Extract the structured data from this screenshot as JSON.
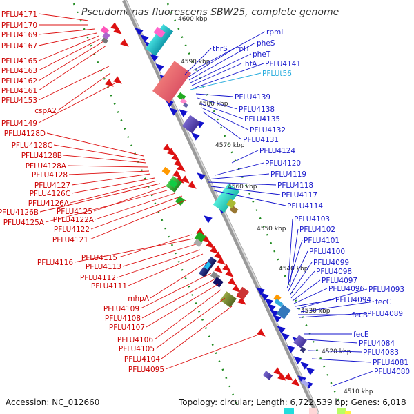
{
  "title": "Pseudomonas fluorescens SBW25, complete genome",
  "colors": {
    "forward": "#dd1111",
    "reverse": "#1111cc",
    "backbone": "#888888",
    "dots": "#1f8a1f",
    "highlight": "#22aadd"
  },
  "footer": {
    "accession": "Accession: NC_012660",
    "summary": "Topology: circular; Length: 6,722,539 bp; Genes: 6,018"
  },
  "scale_marks": [
    {
      "label": "4600 kbp"
    },
    {
      "label": "4590 kbp"
    },
    {
      "label": "4580 kbp"
    },
    {
      "label": "4570 kbp"
    },
    {
      "label": "4560 kbp"
    },
    {
      "label": "4550 kbp"
    },
    {
      "label": "4540 kbp"
    },
    {
      "label": "4530 kbp"
    },
    {
      "label": "4520 kbp"
    },
    {
      "label": "4510 kbp"
    }
  ],
  "left_labels": [
    "PFLU4171",
    "PFLU4170",
    "PFLU4169",
    "PFLU4167",
    "PFLU4165",
    "PFLU4163",
    "PFLU4162",
    "PFLU4161",
    "PFLU4153",
    "cspA2",
    "PFLU4149",
    "PFLU4128D",
    "PFLU4128C",
    "PFLU4128B",
    "PFLU4128A",
    "PFLU4128",
    "PFLU4127",
    "PFLU4126C",
    "PFLU4126A",
    "PFLU4126B",
    "PFLU4125",
    "PFLU4125A",
    "PFLU4122A",
    "PFLU4122",
    "PFLU4121",
    "PFLU4115",
    "PFLU4116",
    "PFLU4113",
    "PFLU4112",
    "PFLU4111",
    "mhpA",
    "PFLU4109",
    "PFLU4108",
    "PFLU4107",
    "PFLU4106",
    "PFLU4105",
    "PFLU4104",
    "PFLU4095"
  ],
  "right_labels": [
    "rpmI",
    "thrS",
    "rplT",
    "pheS",
    "pheT",
    "ihfA",
    "PFLU4141",
    "PFLUt56",
    "PFLU4139",
    "PFLU4138",
    "PFLU4135",
    "PFLU4132",
    "PFLU4131",
    "PFLU4124",
    "PFLU4120",
    "PFLU4119",
    "PFLU4118",
    "PFLU4117",
    "PFLU4114",
    "PFLU4103",
    "PFLU4102",
    "PFLU4101",
    "PFLU4100",
    "PFLU4099",
    "PFLU4098",
    "PFLU4097",
    "PFLU4096",
    "PFLU4093",
    "PFLU4094",
    "fecC",
    "fecB",
    "PFLU4089",
    "fecE",
    "PFLU4084",
    "PFLU4083",
    "PFLU4081",
    "PFLU4080"
  ],
  "right_label_highlight": "PFLUt56"
}
